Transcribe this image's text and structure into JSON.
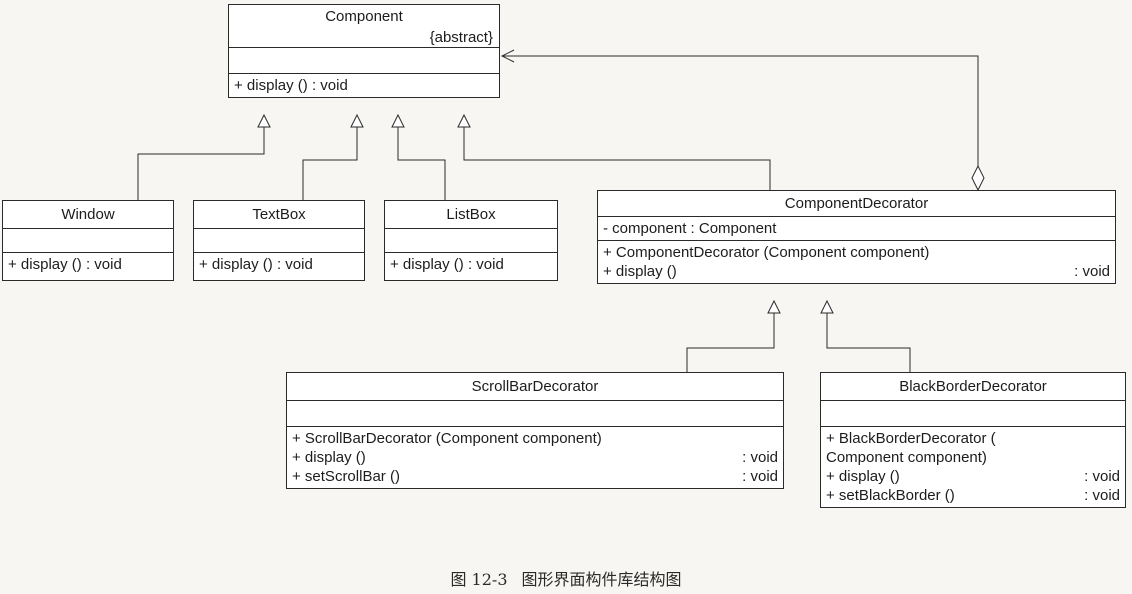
{
  "classes": {
    "component": {
      "name": "Component",
      "stereotype": "{abstract}",
      "operations": [
        {
          "sig": "+ display () : void",
          "type": ""
        }
      ]
    },
    "window": {
      "name": "Window",
      "operations": [
        {
          "sig": "+ display () : void",
          "type": ""
        }
      ]
    },
    "textbox": {
      "name": "TextBox",
      "operations": [
        {
          "sig": "+ display () : void",
          "type": ""
        }
      ]
    },
    "listbox": {
      "name": "ListBox",
      "operations": [
        {
          "sig": "+ display () : void",
          "type": ""
        }
      ]
    },
    "decorator": {
      "name": "ComponentDecorator",
      "attributes": [
        {
          "sig": "- component : Component",
          "type": ""
        }
      ],
      "operations": [
        {
          "sig": "+ ComponentDecorator (Component component)",
          "type": ""
        },
        {
          "sig": "+ display ()",
          "type": ": void"
        }
      ]
    },
    "scrollbar": {
      "name": "ScrollBarDecorator",
      "operations": [
        {
          "sig": "+ ScrollBarDecorator (Component component)",
          "type": ""
        },
        {
          "sig": "+ display ()",
          "type": ": void"
        },
        {
          "sig": "+ setScrollBar ()",
          "type": ": void"
        }
      ]
    },
    "blackborder": {
      "name": "BlackBorderDecorator",
      "operations": [
        {
          "sig": "+ BlackBorderDecorator (",
          "type": ""
        },
        {
          "sig": "Component component)",
          "type": ""
        },
        {
          "sig": "+ display ()",
          "type": ": void"
        },
        {
          "sig": "+ setBlackBorder ()",
          "type": ": void"
        }
      ]
    }
  },
  "relations": [
    {
      "kind": "generalization",
      "from": "window",
      "to": "component"
    },
    {
      "kind": "generalization",
      "from": "textbox",
      "to": "component"
    },
    {
      "kind": "generalization",
      "from": "listbox",
      "to": "component"
    },
    {
      "kind": "generalization",
      "from": "decorator",
      "to": "component"
    },
    {
      "kind": "aggregation",
      "from": "decorator",
      "to": "component"
    },
    {
      "kind": "generalization",
      "from": "scrollbar",
      "to": "decorator"
    },
    {
      "kind": "generalization",
      "from": "blackborder",
      "to": "decorator"
    }
  ],
  "caption": {
    "figure": "图 12-3",
    "title": "图形界面构件库结构图"
  }
}
